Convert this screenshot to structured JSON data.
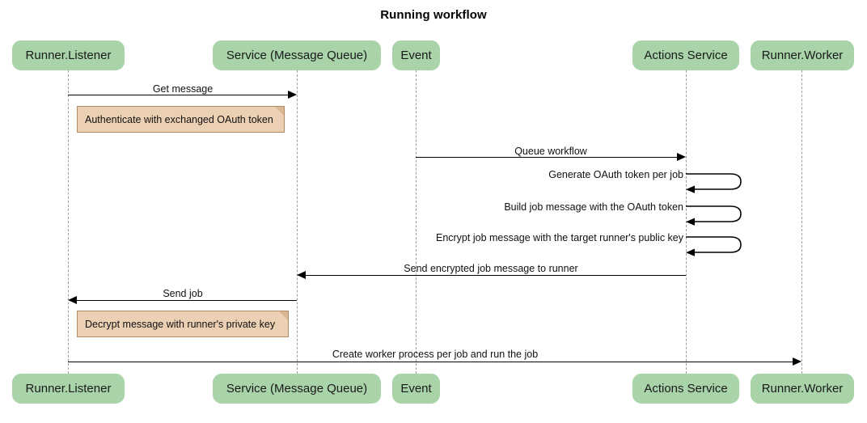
{
  "title": "Running workflow",
  "colors": {
    "participant_fill": "#a9d3a9",
    "note_fill": "#ecd0b4",
    "note_border": "#b08a62",
    "lifeline": "#9d9d9d",
    "arrow": "#000000",
    "background": "#ffffff"
  },
  "diagram": {
    "type": "sequence-diagram",
    "participants": [
      {
        "id": "runner-listener",
        "label": "Runner.Listener"
      },
      {
        "id": "service-message-queue",
        "label": "Service (Message Queue)"
      },
      {
        "id": "event",
        "label": "Event"
      },
      {
        "id": "actions-service",
        "label": "Actions Service"
      },
      {
        "id": "runner-worker",
        "label": "Runner.Worker"
      }
    ],
    "messages": [
      {
        "label": "Get message",
        "from": "runner-listener",
        "to": "service-message-queue",
        "kind": "call",
        "direction": "right"
      },
      {
        "label": "Queue workflow",
        "from": "event",
        "to": "actions-service",
        "kind": "call",
        "direction": "right"
      },
      {
        "label": "Generate OAuth token per job",
        "from": "actions-service",
        "to": "actions-service",
        "kind": "self"
      },
      {
        "label": "Build job message with the OAuth token",
        "from": "actions-service",
        "to": "actions-service",
        "kind": "self"
      },
      {
        "label": "Encrypt job message with the target runner's public key",
        "from": "actions-service",
        "to": "actions-service",
        "kind": "self"
      },
      {
        "label": "Send encrypted job message to runner",
        "from": "actions-service",
        "to": "service-message-queue",
        "kind": "call",
        "direction": "left"
      },
      {
        "label": "Send job",
        "from": "service-message-queue",
        "to": "runner-listener",
        "kind": "call",
        "direction": "left"
      },
      {
        "label": "Create worker process per job and run the job",
        "from": "runner-listener",
        "to": "runner-worker",
        "kind": "call",
        "direction": "right"
      }
    ],
    "notes": [
      {
        "text": "Authenticate with exchanged OAuth token",
        "over": "runner-listener"
      },
      {
        "text": "Decrypt message with runner's private key",
        "over": "runner-listener"
      }
    ]
  }
}
